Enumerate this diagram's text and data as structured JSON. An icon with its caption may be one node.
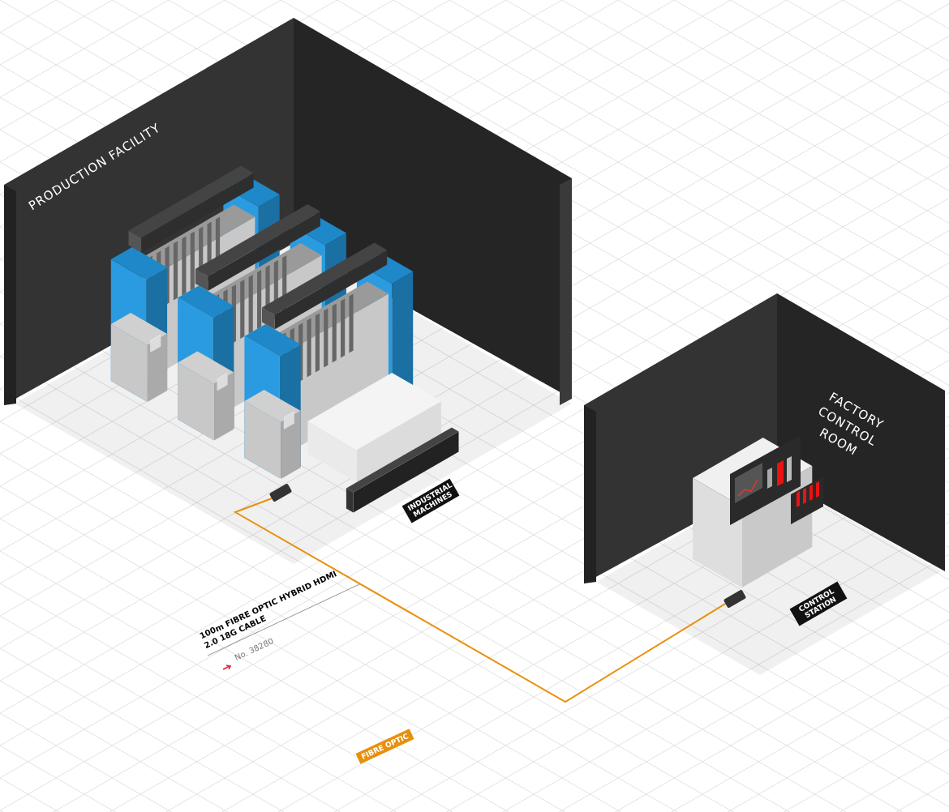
{
  "diagram": {
    "nodes": [
      {
        "text": [
          "PRODUCTION FACILITY"
        ]
      },
      {
        "text": [
          "FACTORY CONTROL ROOM"
        ]
      },
      {
        "text": [],
        "shape": "box",
        "in": 0
      },
      {
        "text": [],
        "shape": "box",
        "in": 1
      },
      {
        "text": [
          "100m FIBRE OPTIC HYBRID HDMI 2.0 18G CABLE"
        ],
        "beside": [
          "No. 38280"
        ]
      }
    ],
    "edges": [
      {
        "from": 2,
        "to": 3,
        "arrow": "none",
        "color": "#e8900c"
      },
      {
        "from": 4,
        "to": null,
        "arrow": "none",
        "color": "#777777"
      }
    ],
    "labels": [
      "INDUSTRIAL MACHINES",
      "CONTROL STATION"
    ],
    "legend": [
      {
        "text": "FIBRE OPTIC",
        "color": "#e8900c"
      }
    ]
  }
}
